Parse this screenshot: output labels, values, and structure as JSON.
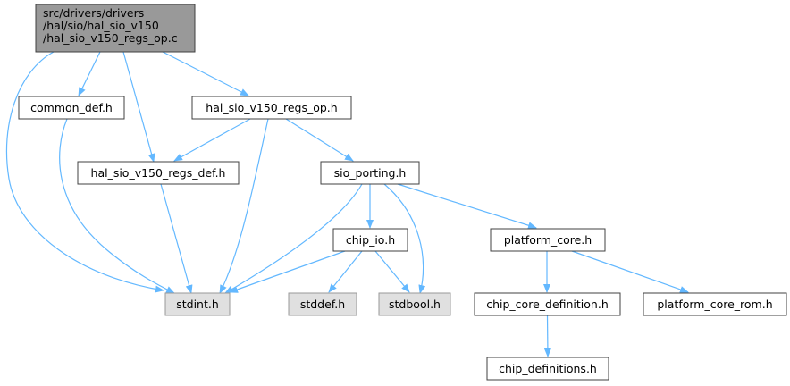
{
  "colors": {
    "edge": "#63b8ff",
    "node_border": "#404040",
    "root_fill": "#999999",
    "external_fill": "#e0e0e0",
    "internal_fill": "#ffffff",
    "external_border": "#999999"
  },
  "nodes": {
    "root": {
      "lines": [
        "src/drivers/drivers",
        "/hal/sio/hal_sio_v150",
        "/hal_sio_v150_regs_op.c"
      ],
      "kind": "root"
    },
    "common_def": {
      "lines": [
        "common_def.h"
      ],
      "kind": "internal"
    },
    "regs_op_h": {
      "lines": [
        "hal_sio_v150_regs_op.h"
      ],
      "kind": "internal"
    },
    "regs_def_h": {
      "lines": [
        "hal_sio_v150_regs_def.h"
      ],
      "kind": "internal"
    },
    "sio_porting": {
      "lines": [
        "sio_porting.h"
      ],
      "kind": "internal"
    },
    "chip_io": {
      "lines": [
        "chip_io.h"
      ],
      "kind": "internal"
    },
    "platform_core": {
      "lines": [
        "platform_core.h"
      ],
      "kind": "internal"
    },
    "stdint": {
      "lines": [
        "stdint.h"
      ],
      "kind": "external"
    },
    "stddef": {
      "lines": [
        "stddef.h"
      ],
      "kind": "external"
    },
    "stdbool": {
      "lines": [
        "stdbool.h"
      ],
      "kind": "external"
    },
    "chip_core_def": {
      "lines": [
        "chip_core_definition.h"
      ],
      "kind": "internal"
    },
    "platform_core_rom": {
      "lines": [
        "platform_core_rom.h"
      ],
      "kind": "internal"
    },
    "chip_definitions": {
      "lines": [
        "chip_definitions.h"
      ],
      "kind": "internal"
    }
  },
  "edges": [
    {
      "from": "root",
      "to": "common_def"
    },
    {
      "from": "root",
      "to": "regs_op_h"
    },
    {
      "from": "root",
      "to": "regs_def_h"
    },
    {
      "from": "root",
      "to": "stdint"
    },
    {
      "from": "common_def",
      "to": "stdint"
    },
    {
      "from": "regs_op_h",
      "to": "regs_def_h"
    },
    {
      "from": "regs_op_h",
      "to": "sio_porting"
    },
    {
      "from": "regs_op_h",
      "to": "stdint"
    },
    {
      "from": "regs_def_h",
      "to": "stdint"
    },
    {
      "from": "sio_porting",
      "to": "chip_io"
    },
    {
      "from": "sio_porting",
      "to": "platform_core"
    },
    {
      "from": "sio_porting",
      "to": "stdint"
    },
    {
      "from": "sio_porting",
      "to": "stdbool"
    },
    {
      "from": "chip_io",
      "to": "stdint"
    },
    {
      "from": "chip_io",
      "to": "stddef"
    },
    {
      "from": "chip_io",
      "to": "stdbool"
    },
    {
      "from": "platform_core",
      "to": "chip_core_def"
    },
    {
      "from": "platform_core",
      "to": "platform_core_rom"
    },
    {
      "from": "chip_core_def",
      "to": "chip_definitions"
    }
  ]
}
